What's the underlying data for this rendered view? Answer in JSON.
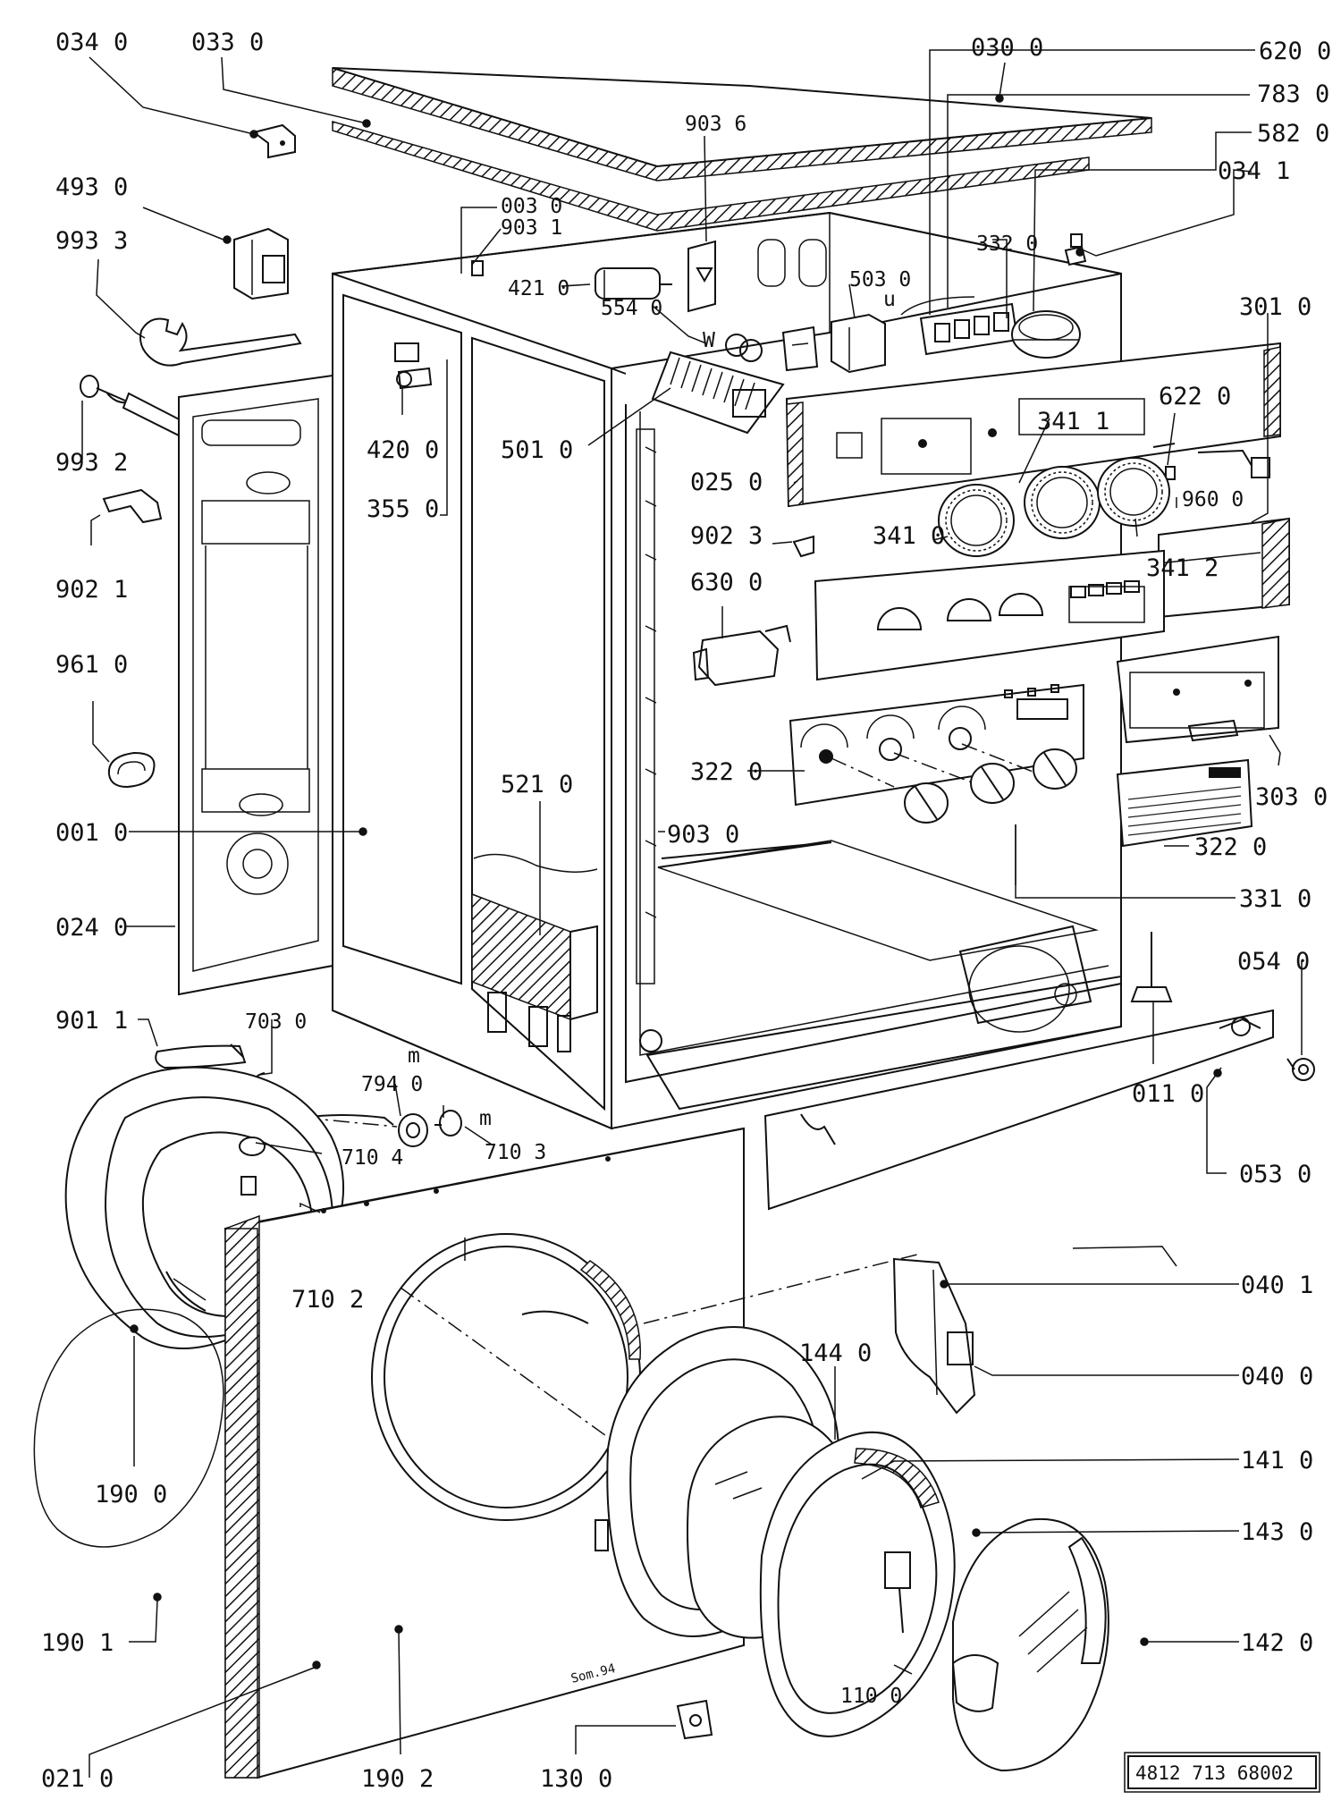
{
  "labels": [
    {
      "id": "034-0",
      "text": "034  0"
    },
    {
      "id": "033-0",
      "text": "033  0"
    },
    {
      "id": "030-0",
      "text": "030  0"
    },
    {
      "id": "620-0",
      "text": "620  0"
    },
    {
      "id": "783-0",
      "text": "783  0"
    },
    {
      "id": "582-0",
      "text": "582  0"
    },
    {
      "id": "034-1",
      "text": "034  1"
    },
    {
      "id": "493-0",
      "text": "493  0"
    },
    {
      "id": "903-6",
      "text": "903  6"
    },
    {
      "id": "003-0",
      "text": "003  0"
    },
    {
      "id": "903-1",
      "text": "903  1"
    },
    {
      "id": "993-3",
      "text": "993  3"
    },
    {
      "id": "332-0",
      "text": "332 0"
    },
    {
      "id": "421-0",
      "text": "421  0"
    },
    {
      "id": "503-0",
      "text": "503 0"
    },
    {
      "id": "u",
      "text": "u"
    },
    {
      "id": "554-0",
      "text": "554  0"
    },
    {
      "id": "w",
      "text": "W"
    },
    {
      "id": "301-0",
      "text": "301  0"
    },
    {
      "id": "993-2",
      "text": "993  2"
    },
    {
      "id": "420-0",
      "text": "420  0"
    },
    {
      "id": "501-0",
      "text": "501  0"
    },
    {
      "id": "622-0",
      "text": "622  0"
    },
    {
      "id": "341-1",
      "text": "341 1"
    },
    {
      "id": "025-0",
      "text": "025  0"
    },
    {
      "id": "960-0",
      "text": "960 0"
    },
    {
      "id": "355-0",
      "text": "355  0"
    },
    {
      "id": "902-1",
      "text": "902  1"
    },
    {
      "id": "902-3",
      "text": "902  3"
    },
    {
      "id": "341-0",
      "text": "341  0"
    },
    {
      "id": "341-2",
      "text": "341 2"
    },
    {
      "id": "630-0",
      "text": "630  0"
    },
    {
      "id": "961-0",
      "text": "961  0"
    },
    {
      "id": "322-0a",
      "text": "322  0"
    },
    {
      "id": "521-0",
      "text": "521  0"
    },
    {
      "id": "303-0",
      "text": "303  0"
    },
    {
      "id": "001-0",
      "text": "001  0"
    },
    {
      "id": "903-0",
      "text": "903  0"
    },
    {
      "id": "322-0b",
      "text": "322  0"
    },
    {
      "id": "331-0",
      "text": "331  0"
    },
    {
      "id": "024-0",
      "text": "024  0"
    },
    {
      "id": "054-0",
      "text": "054  0"
    },
    {
      "id": "901-1",
      "text": "901  1"
    },
    {
      "id": "703-0",
      "text": "703  0"
    },
    {
      "id": "m1",
      "text": "m"
    },
    {
      "id": "794-0",
      "text": "794  0"
    },
    {
      "id": "m2",
      "text": "m"
    },
    {
      "id": "011-0",
      "text": "011  0"
    },
    {
      "id": "710-4",
      "text": "710  4"
    },
    {
      "id": "710-3",
      "text": "710  3"
    },
    {
      "id": "053-0",
      "text": "053  0"
    },
    {
      "id": "710-2",
      "text": "710  2"
    },
    {
      "id": "040-1",
      "text": "040  1"
    },
    {
      "id": "144-0",
      "text": "144 0"
    },
    {
      "id": "040-0",
      "text": "040  0"
    },
    {
      "id": "190-0",
      "text": "190  0"
    },
    {
      "id": "141-0",
      "text": "141  0"
    },
    {
      "id": "143-0",
      "text": "143  0"
    },
    {
      "id": "190-1",
      "text": "190  1"
    },
    {
      "id": "142-0",
      "text": "142  0"
    },
    {
      "id": "110-0",
      "text": "110 0"
    },
    {
      "id": "021-0",
      "text": "021  0"
    },
    {
      "id": "190-2",
      "text": "190  2"
    },
    {
      "id": "130-0",
      "text": "130  0"
    },
    {
      "id": "sign",
      "text": "Som.94"
    }
  ],
  "drawing_code": "4812  713  68002"
}
